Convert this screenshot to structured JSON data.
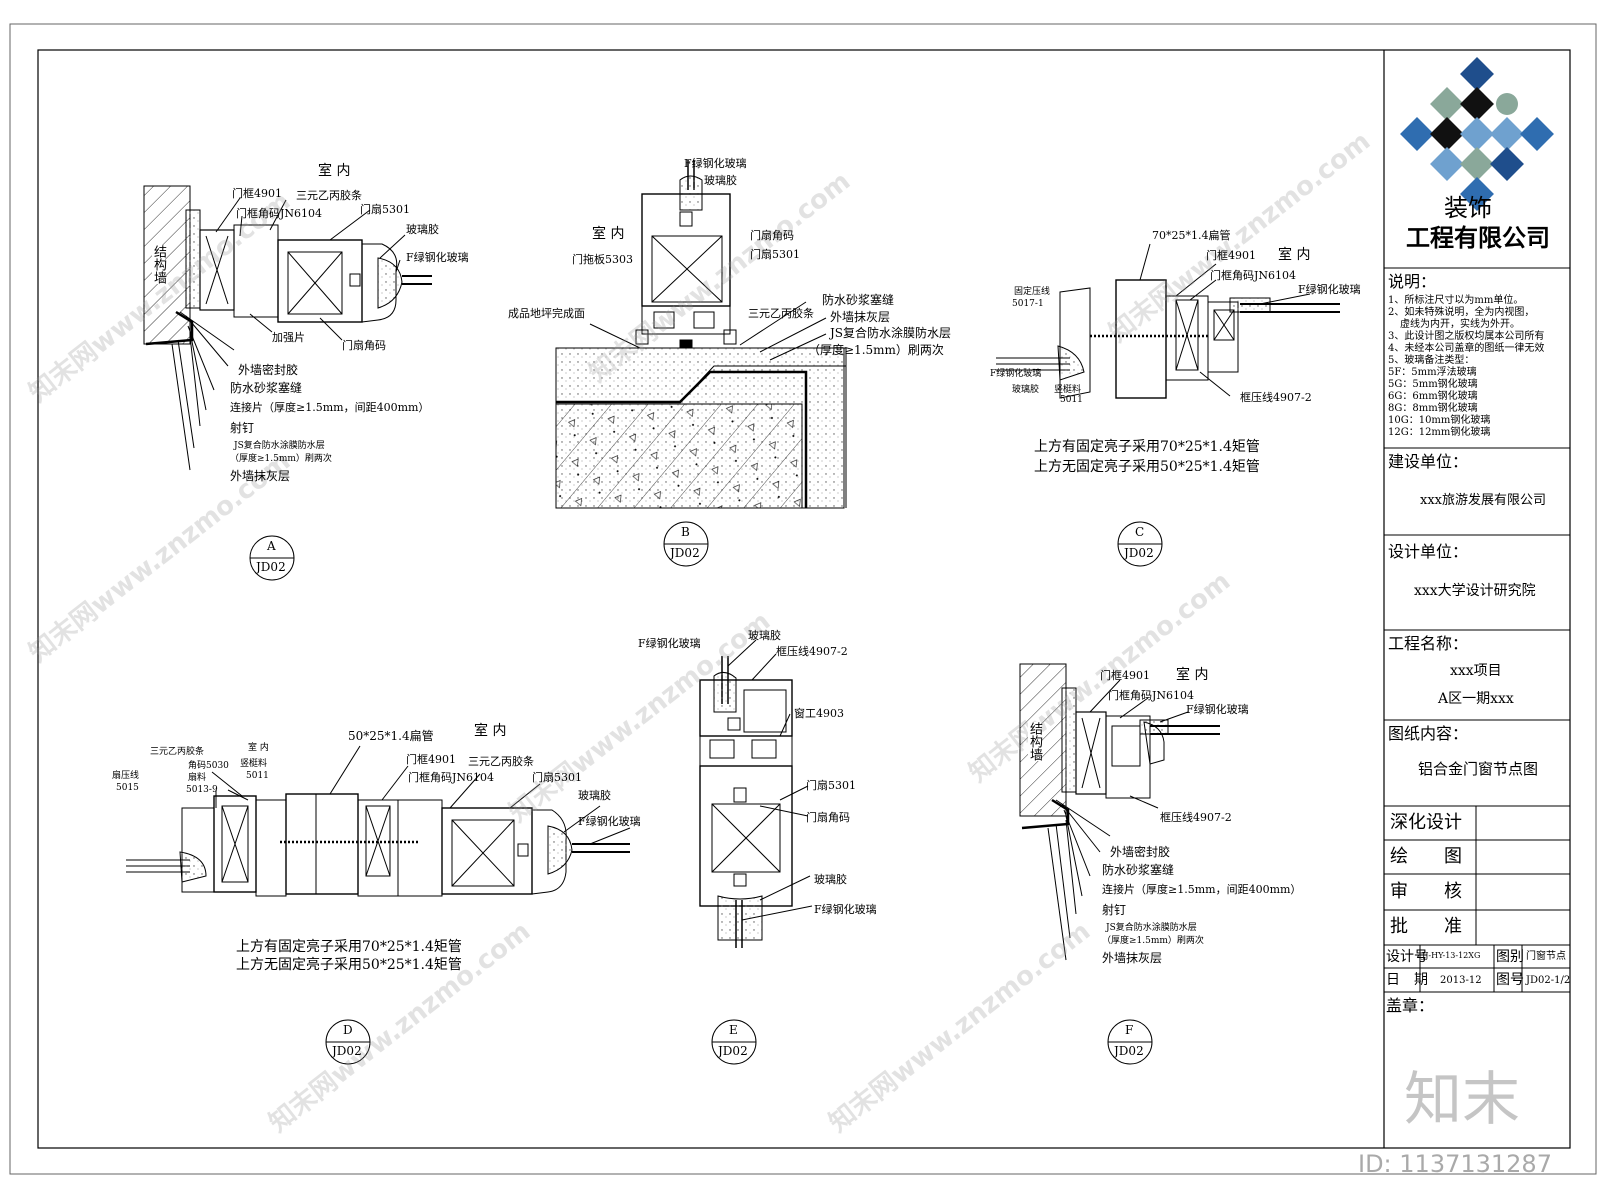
{
  "company": {
    "name_line1": "装饰",
    "name_line2": "工程有限公司",
    "logo_colors": [
      "#1f4e8c",
      "#2f6db0",
      "#6fa1cf",
      "#8aa89a",
      "#111111"
    ]
  },
  "notes": {
    "title": "说明：",
    "items": [
      "1、所标注尺寸以为mm单位。",
      "2、如未特殊说明，全为内视图，",
      "虚线为内开，实线为外开。",
      "3、此设计图之版权均属本公司所有",
      "4、未经本公司盖章的图纸一律无效",
      "5、玻璃备注类型：",
      "5F：5mm浮法玻璃",
      "5G：5mm钢化玻璃",
      "6G：6mm钢化玻璃",
      "8G：8mm钢化玻璃",
      "10G：10mm钢化玻璃",
      "12G：12mm钢化玻璃"
    ]
  },
  "title_block": {
    "client_label": "建设单位：",
    "client": "xxx旅游发展有限公司",
    "designer_label": "设计单位：",
    "designer": "xxx大学设计研究院",
    "project_label": "工程名称：",
    "project_line1": "xxx项目",
    "project_line2": "A区一期xxx",
    "content_label": "图纸内容：",
    "content": "铝合金门窗节点图",
    "rows": [
      "深化设计",
      "绘　　图",
      "审　　核",
      "批　　准"
    ],
    "design_no_label": "设计号",
    "design_no": "JJ-HY-13-12XG",
    "sheet_label": "图别",
    "sheet": "门窗节点",
    "date_label": "日　期",
    "date": "2013-12",
    "drawing_no_label": "图号",
    "drawing_no": "JD02-1/2",
    "seal_label": "盖章："
  },
  "brand": {
    "mark": "知末",
    "id": "ID: 1137131287",
    "watermark": "知末网www.znzmo.com"
  },
  "details": {
    "A": {
      "tag": "A",
      "sheet": "JD02",
      "room": "室 内",
      "wall": "结构墙",
      "labels": [
        "门框4901",
        "三元乙丙胶条",
        "门框角码JN6104",
        "门扇5301",
        "玻璃胶",
        "F绿钢化玻璃",
        "加强片",
        "门扇角码",
        "外墙密封胶",
        "防水砂浆塞缝",
        "连接片（厚度≥1.5mm，间距400mm）",
        "射钉",
        "JS复合防水涂膜防水层",
        "（厚度≥1.5mm）刷两次",
        "外墙抹灰层"
      ]
    },
    "B": {
      "tag": "B",
      "sheet": "JD02",
      "room": "室 内",
      "labels": [
        "F绿钢化玻璃",
        "玻璃胶",
        "门扇角码",
        "门扇5301",
        "门拖板5303",
        "成品地坪完成面",
        "三元乙丙胶条",
        "防水砂浆塞缝",
        "外墙抹灰层",
        "JS复合防水涂膜防水层",
        "（厚度≥1.5mm）刷两次"
      ]
    },
    "C": {
      "tag": "C",
      "sheet": "JD02",
      "room": "室 内",
      "labels": [
        "70*25*1.4扁管",
        "门框4901",
        "门框角码JN6104",
        "F绿钢化玻璃",
        "固定压线",
        "5017-1",
        "F绿钢化玻璃",
        "玻璃胶",
        "竖梃料",
        "5011",
        "框压线4907-2"
      ],
      "note1": "上方有固定亮子采用70*25*1.4矩管",
      "note2": "上方无固定亮子采用50*25*1.4矩管"
    },
    "D": {
      "tag": "D",
      "sheet": "JD02",
      "room": "室 内",
      "room_small": "室 内",
      "labels": [
        "三元乙丙胶条",
        "角码5030",
        "扇压线",
        "5015",
        "扇料",
        "5013-9",
        "竖梃料",
        "5011",
        "50*25*1.4扁管",
        "门框4901",
        "三元乙丙胶条",
        "门框角码JN6104",
        "门扇5301",
        "玻璃胶",
        "F绿钢化玻璃"
      ],
      "note1": "上方有固定亮子采用70*25*1.4矩管",
      "note2": "上方无固定亮子采用50*25*1.4矩管"
    },
    "E": {
      "tag": "E",
      "sheet": "JD02",
      "labels": [
        "F绿钢化玻璃",
        "玻璃胶",
        "框压线4907-2",
        "窗工4903",
        "门扇5301",
        "门扇角码",
        "玻璃胶",
        "F绿钢化玻璃"
      ]
    },
    "F": {
      "tag": "F",
      "sheet": "JD02",
      "room": "室 内",
      "wall": "结构墙",
      "labels": [
        "门框4901",
        "门框角码JN6104",
        "F绿钢化玻璃",
        "框压线4907-2",
        "外墙密封胶",
        "防水砂浆塞缝",
        "连接片（厚度≥1.5mm，间距400mm）",
        "射钉",
        "JS复合防水涂膜防水层",
        "（厚度≥1.5mm）刷两次",
        "外墙抹灰层"
      ]
    }
  }
}
